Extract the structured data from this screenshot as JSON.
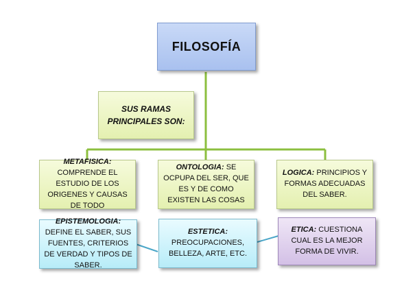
{
  "root": {
    "title": "FILOSOFÍA"
  },
  "subtitle": {
    "text": "SUS RAMAS PRINCIPALES SON:"
  },
  "branches": [
    {
      "name": "METAFISICA:",
      "text": "COMPRENDE EL ESTUDIO DE LOS ORIGENES Y CAUSAS DE TODO"
    },
    {
      "name": "ONTOLOGIA:",
      "text": "SE OCPUPA DEL SER, QUE ES Y DE COMO EXISTEN LAS COSAS"
    },
    {
      "name": "LOGICA:",
      "text": "PRINCIPIOS Y FORMAS ADECUADAS DEL SABER."
    }
  ],
  "lower": [
    {
      "name": "EPISTEMOLOGIA:",
      "text": "DEFINE EL SABER, SUS FUENTES, CRITERIOS DE VERDAD Y TIPOS DE SABER."
    },
    {
      "name": "ESTETICA:",
      "text": "PREOCUPACIONES, BELLEZA, ARTE, ETC."
    },
    {
      "name": "ETICA:",
      "text": "CUESTIONA CUAL ES LA MEJOR FORMA DE VIVIR."
    }
  ],
  "colors": {
    "root_fill": "#a9c1ef",
    "branch_fill": "#e4f0b0",
    "connector_green": "#8cbf3f",
    "connector_blue": "#4aa6c8",
    "lower_cyan": "#b7ecf8",
    "lower_purple": "#d3c0e6"
  }
}
